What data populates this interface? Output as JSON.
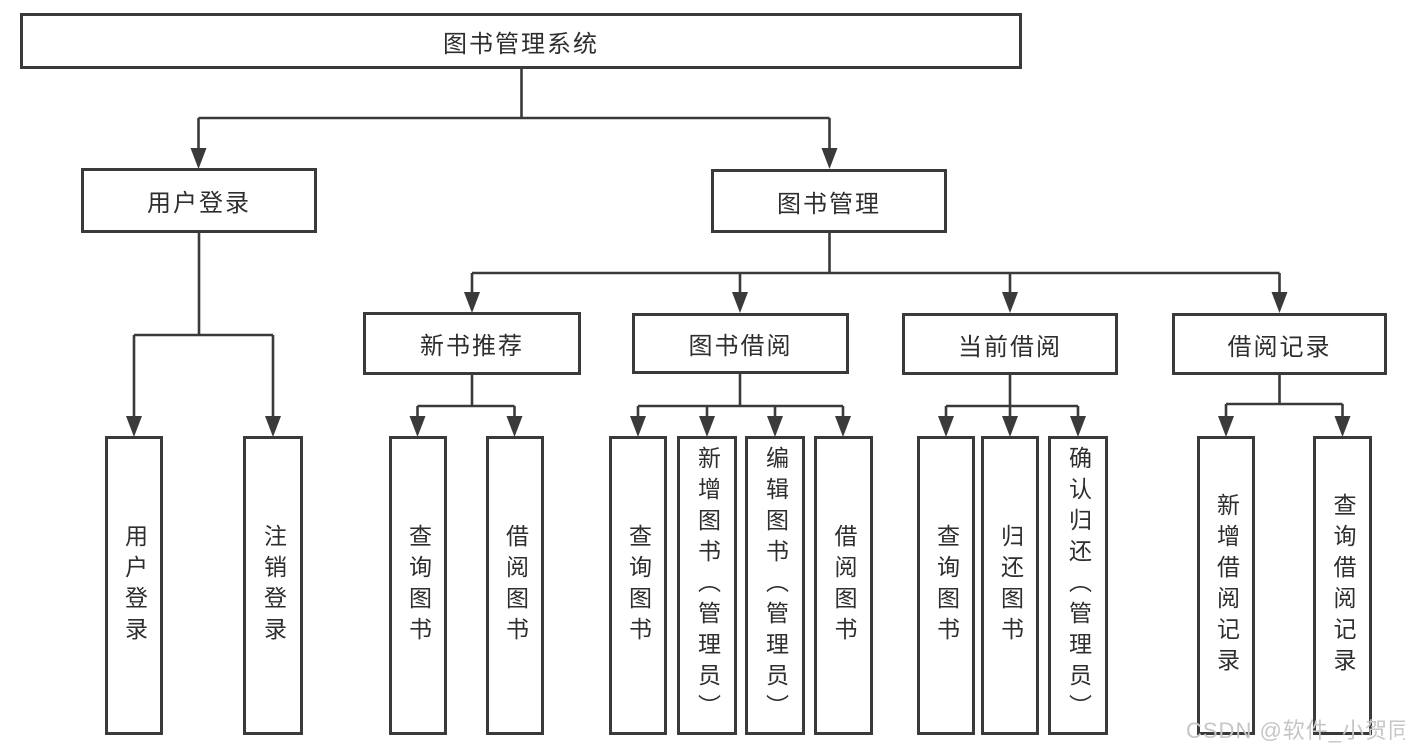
{
  "diagram_type": "hierarchy-tree",
  "tree": {
    "label": "图书管理系统",
    "children": [
      {
        "label": "用户登录",
        "children": [
          {
            "label": "用户登录"
          },
          {
            "label": "注销登录"
          }
        ]
      },
      {
        "label": "图书管理",
        "children": [
          {
            "label": "新书推荐",
            "children": [
              {
                "label": "查询图书"
              },
              {
                "label": "借阅图书"
              }
            ]
          },
          {
            "label": "图书借阅",
            "children": [
              {
                "label": "查询图书"
              },
              {
                "label": "新增图书（管理员）"
              },
              {
                "label": "编辑图书（管理员）"
              },
              {
                "label": "借阅图书"
              }
            ]
          },
          {
            "label": "当前借阅",
            "children": [
              {
                "label": "查询图书"
              },
              {
                "label": "归还图书"
              },
              {
                "label": "确认归还（管理员）"
              }
            ]
          },
          {
            "label": "借阅记录",
            "children": [
              {
                "label": "新增借阅记录"
              },
              {
                "label": "查询借阅记录"
              }
            ]
          }
        ]
      }
    ]
  },
  "watermark": {
    "text": "CSDN @软件_小贺同学"
  },
  "colors": {
    "line": "#3a3a3a",
    "box_border": "#3a3a3a",
    "text": "#2e2e2e",
    "watermark": "#c6c6c6",
    "background": "#ffffff"
  }
}
